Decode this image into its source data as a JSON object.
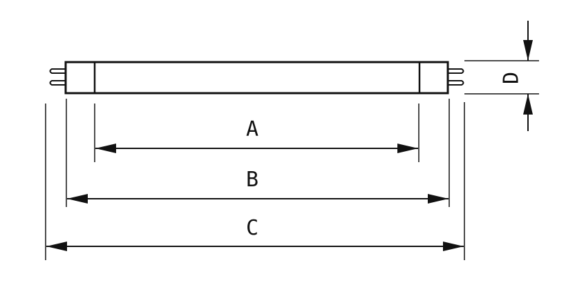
{
  "labels": {
    "a": "A",
    "b": "B",
    "c": "C",
    "d": "D"
  },
  "colors": {
    "line": "#111111",
    "background": "#ffffff"
  }
}
